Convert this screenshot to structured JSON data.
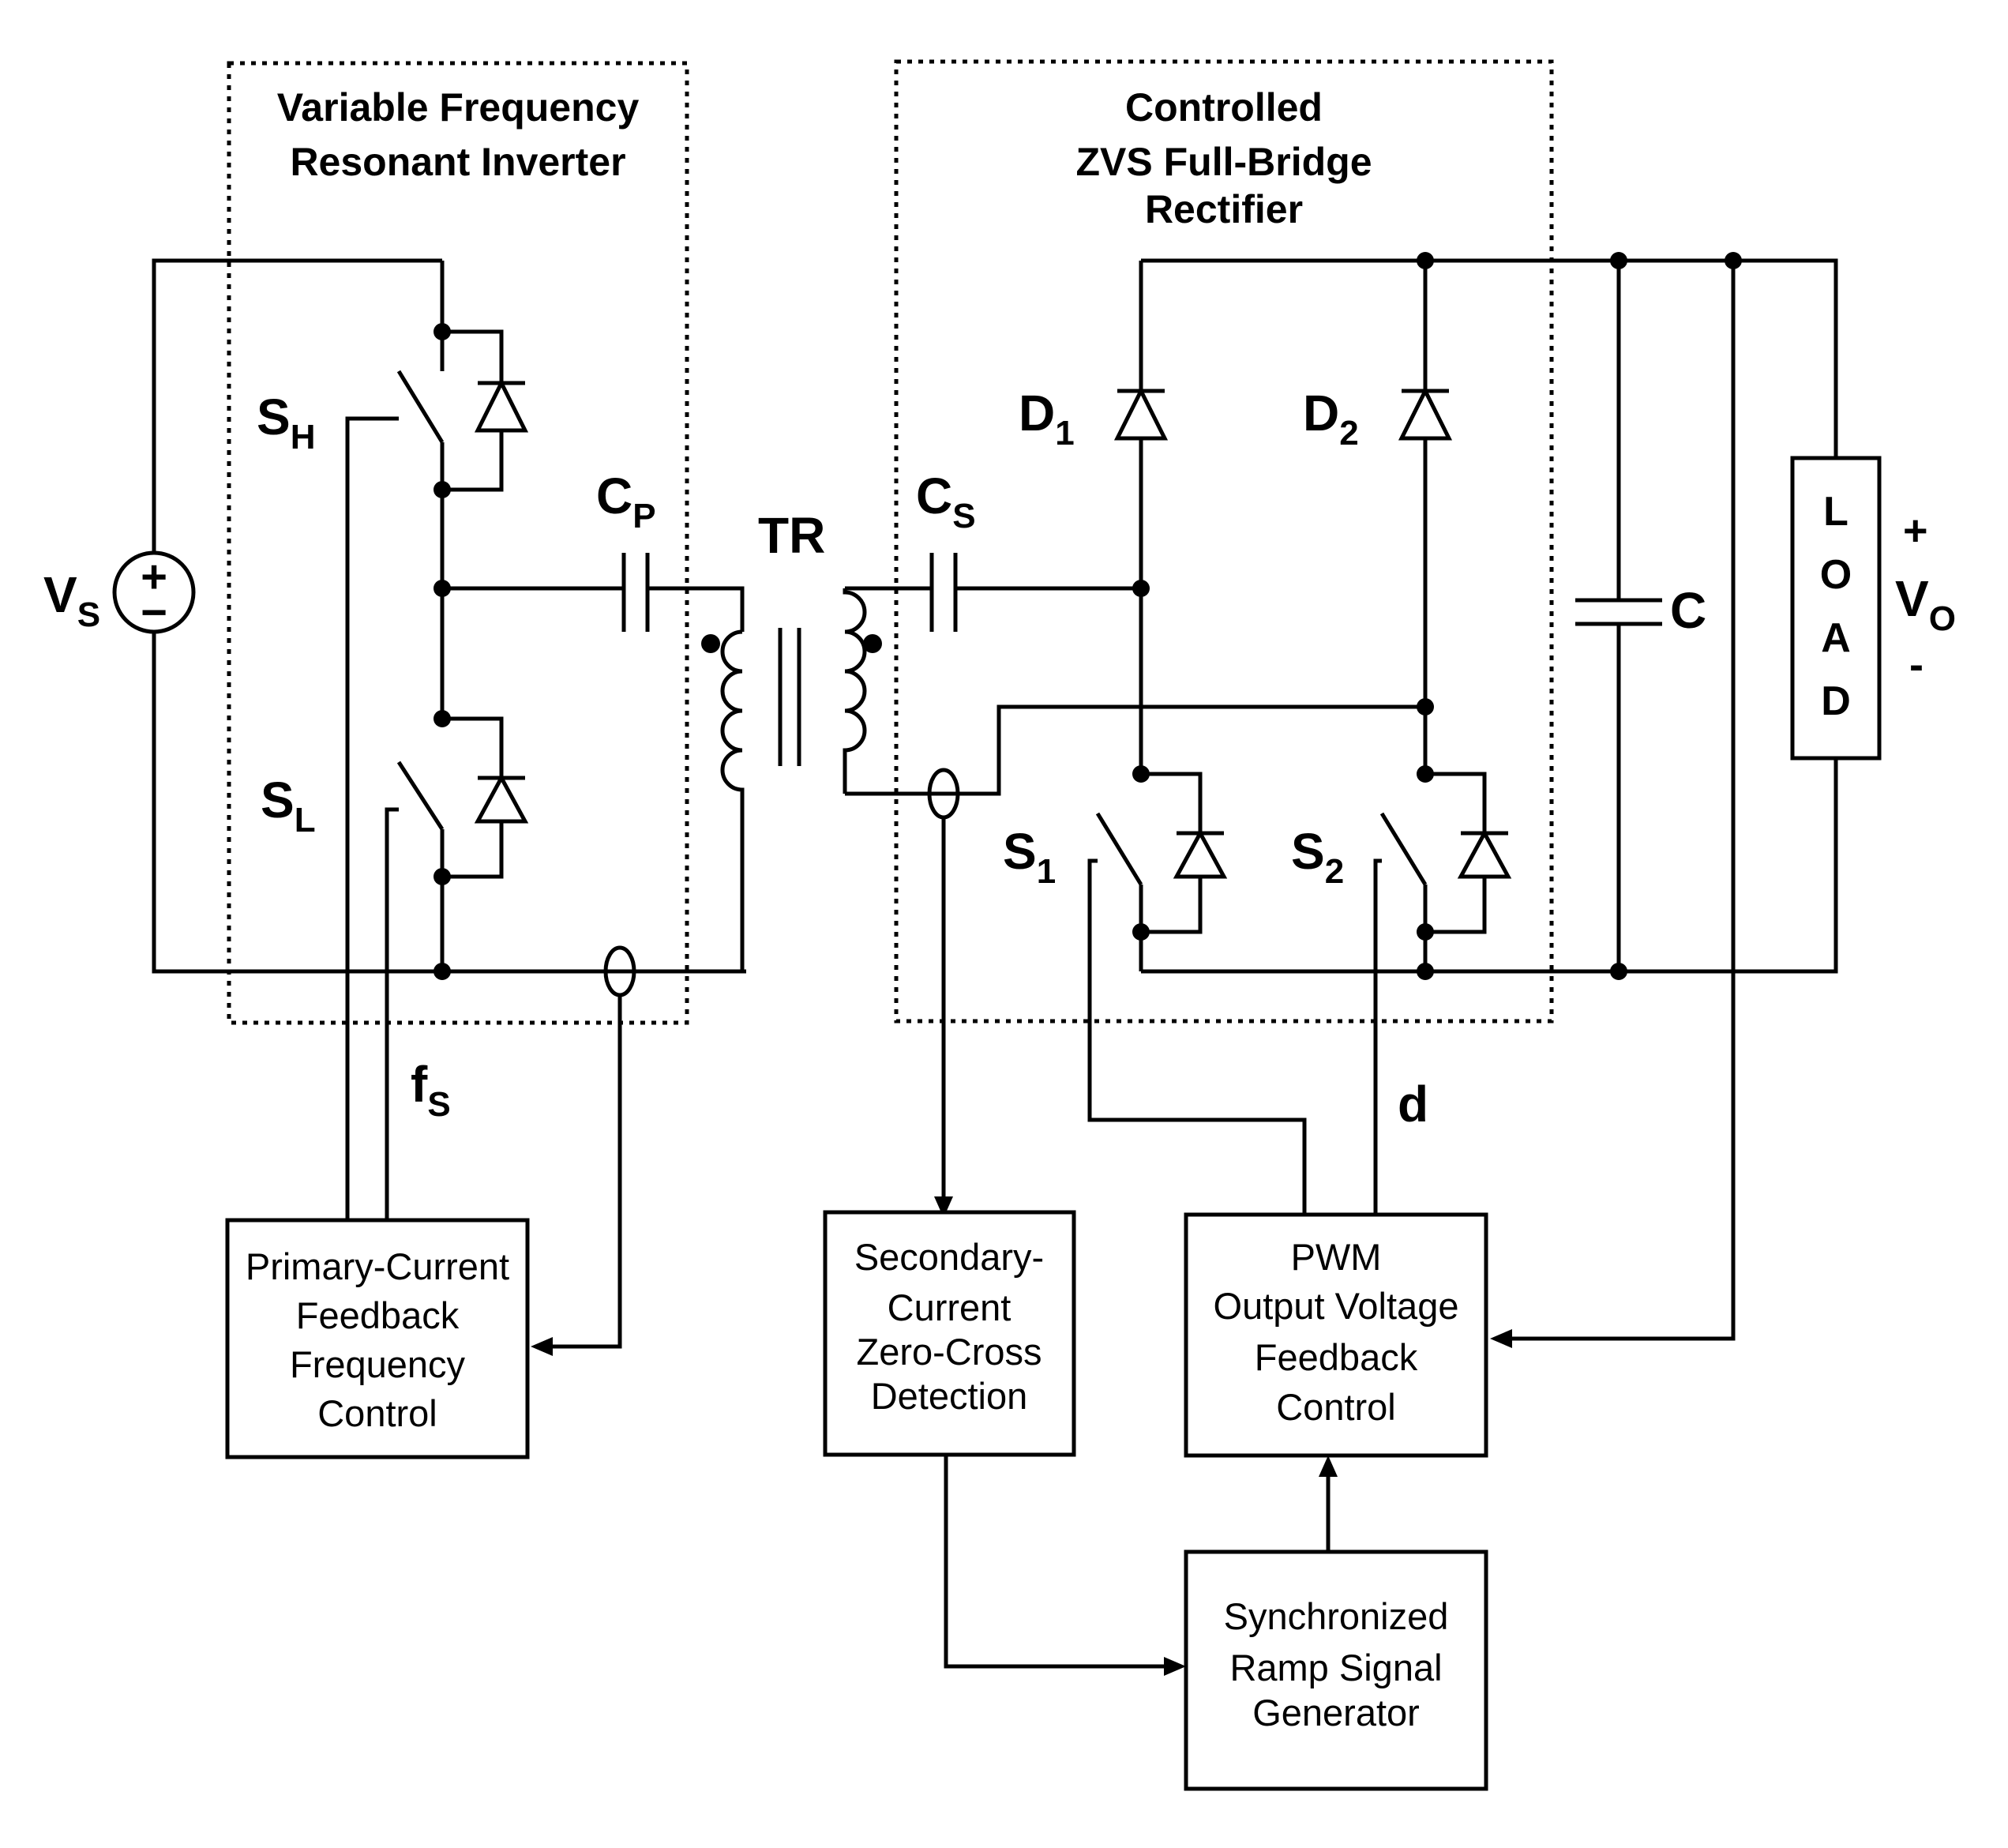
{
  "labels": {
    "inverter_title": [
      "Variable Frequency",
      "Resonant Inverter"
    ],
    "rectifier_title": [
      "Controlled",
      "ZVS Full-Bridge",
      "Rectifier"
    ],
    "vs": {
      "main": "V",
      "sub": "S"
    },
    "sh": {
      "main": "S",
      "sub": "H"
    },
    "sl": {
      "main": "S",
      "sub": "L"
    },
    "cp": {
      "main": "C",
      "sub": "P"
    },
    "tr": "TR",
    "cs": {
      "main": "C",
      "sub": "S"
    },
    "d1": {
      "main": "D",
      "sub": "1"
    },
    "d2": {
      "main": "D",
      "sub": "2"
    },
    "s1": {
      "main": "S",
      "sub": "1"
    },
    "s2": {
      "main": "S",
      "sub": "2"
    },
    "c": "C",
    "load": [
      "L",
      "O",
      "A",
      "D"
    ],
    "vo": {
      "main": "V",
      "sub": "O",
      "plus": "+",
      "minus": "-"
    },
    "fs": {
      "main": "f",
      "sub": "S"
    },
    "d": "d",
    "source_plus": "+",
    "source_minus": "−"
  },
  "blocks": {
    "primary_control": [
      "Primary-Current",
      "Feedback",
      "Frequency",
      "Control"
    ],
    "zero_cross": [
      "Secondary-",
      "Current",
      "Zero-Cross",
      "Detection"
    ],
    "pwm_control": [
      "PWM",
      "Output Voltage",
      "Feedback",
      "Control"
    ],
    "ramp_generator": [
      "Synchronized",
      "Ramp Signal",
      "Generator"
    ]
  }
}
